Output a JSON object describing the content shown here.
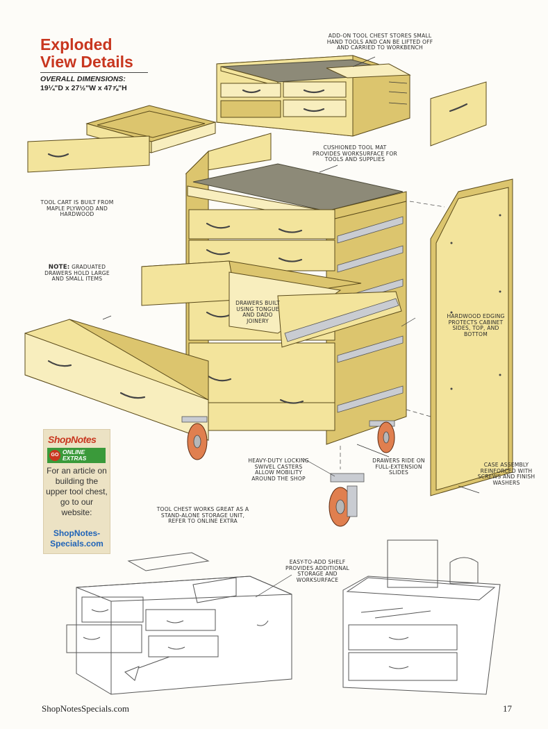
{
  "title": "Exploded View Details",
  "dimensions_label": "OVERALL DIMENSIONS:",
  "dimensions_value": "19¼\"D x 27½\"W x 47⅞\"H",
  "callouts": {
    "addon_chest": "ADD-ON TOOL CHEST STORES SMALL HAND TOOLS AND CAN BE LIFTED OFF AND CARRIED TO WORKBENCH",
    "tool_mat": "CUSHIONED TOOL MAT PROVIDES WORKSURFACE FOR TOOLS AND SUPPLIES",
    "plywood": "TOOL CART IS BUILT FROM MAPLE PLYWOOD AND HARDWOOD",
    "note_label": "NOTE:",
    "note_text": "GRADUATED DRAWERS HOLD LARGE AND SMALL ITEMS",
    "tongue_dado": "DRAWERS BUILT USING TONGUE AND DADO JOINERY",
    "edging": "HARDWOOD EDGING PROTECTS CABINET SIDES, TOP, AND BOTTOM",
    "casters": "HEAVY-DUTY LOCKING SWIVEL CASTERS ALLOW MOBILITY AROUND THE SHOP",
    "slides": "DRAWERS RIDE ON FULL-EXTENSION SLIDES",
    "case_assembly": "CASE ASSEMBLY REINFORCED WITH SCREWS AND FINISH WASHERS",
    "standalone": "TOOL CHEST WORKS GREAT AS A STAND-ALONE STORAGE UNIT, REFER TO ONLINE EXTRA",
    "shelf": "EASY-TO-ADD SHELF PROVIDES ADDITIONAL STORAGE AND WORKSURFACE"
  },
  "sidebar": {
    "logo": "ShopNotes",
    "badge_go": "GO",
    "badge_line1": "ONLINE",
    "badge_line2": "EXTRAS",
    "body": "For an article on building the upper tool chest, go to our website:",
    "link": "ShopNotes-Specials.com"
  },
  "footer": {
    "site": "ShopNotesSpecials.com",
    "page_number": "17"
  },
  "colors": {
    "title_red": "#c8361f",
    "plywood": "#f3e49c",
    "plywood_dark": "#dcc56e",
    "mat": "#8d8a78",
    "caster_orange": "#e07f4f",
    "link_blue": "#1f63b7"
  }
}
